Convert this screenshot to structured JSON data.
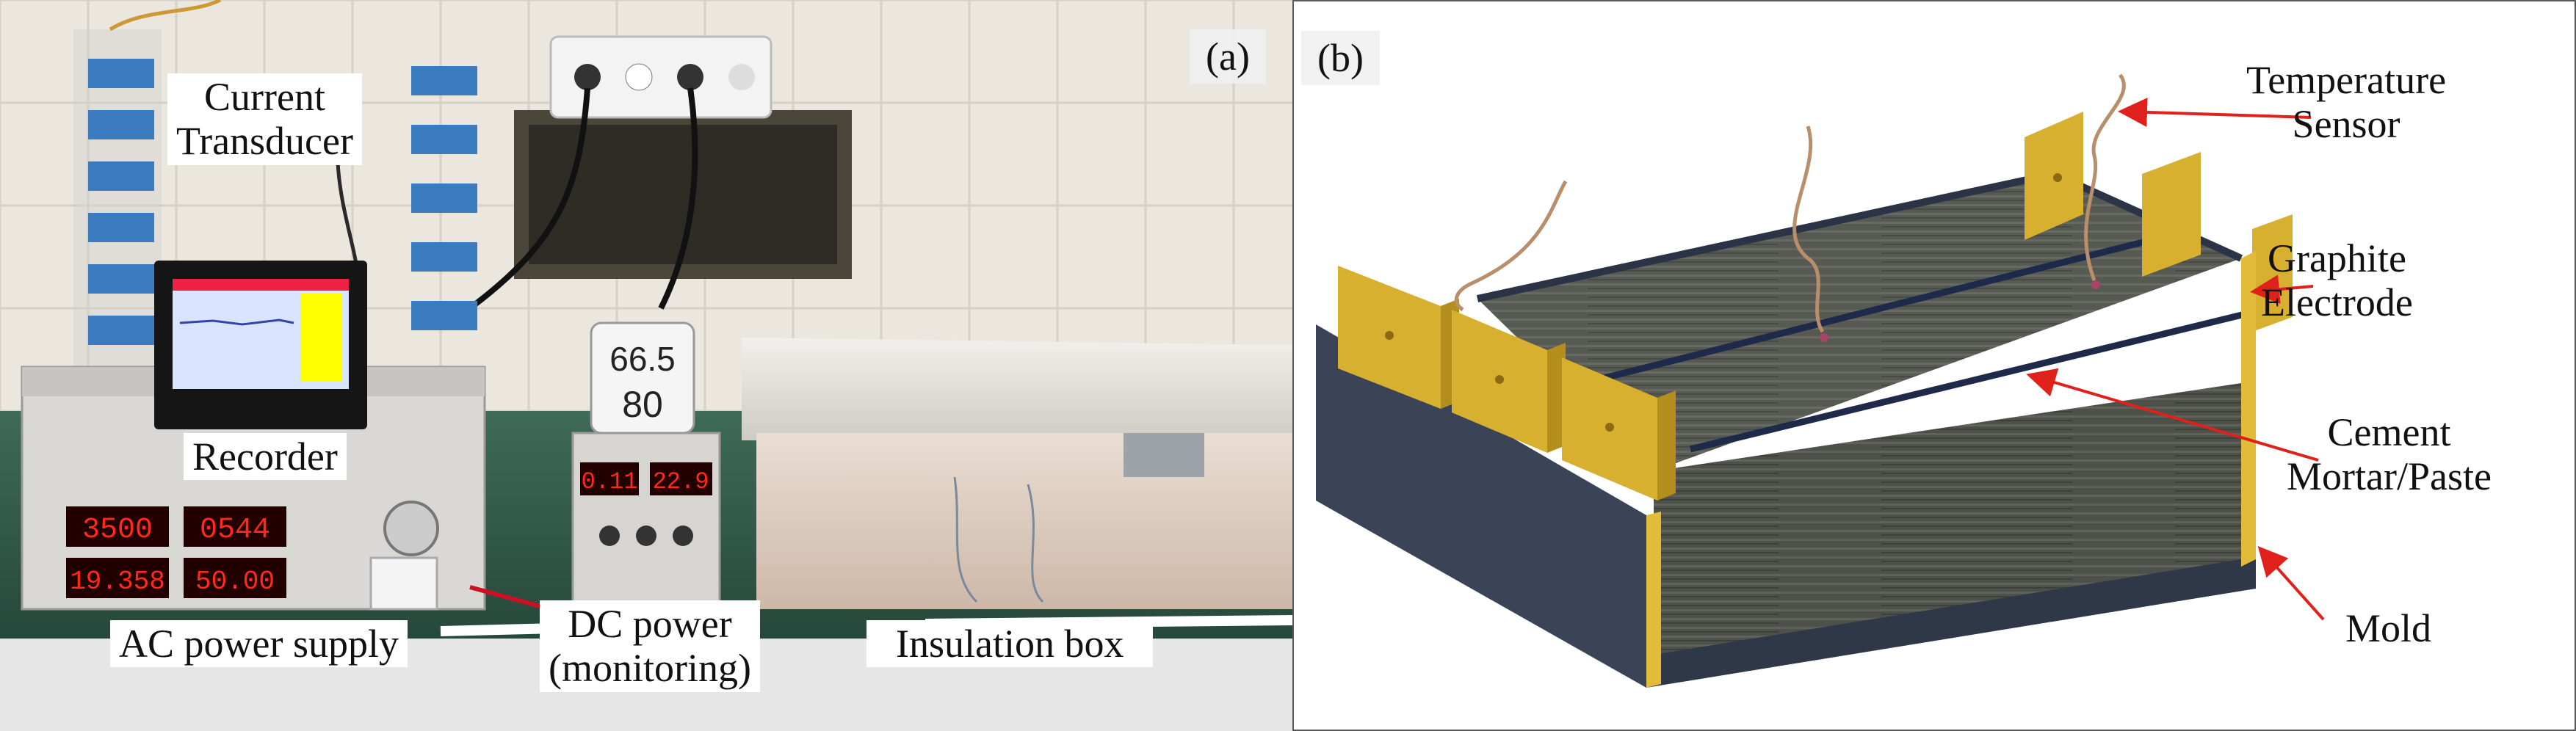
{
  "figure": {
    "panel_a": {
      "tag": "(a)",
      "labels": {
        "current_transducer": [
          "Current",
          "Transducer"
        ],
        "recorder": "Recorder",
        "ac_power_supply": "AC power supply",
        "dc_power": [
          "DC power",
          "(monitoring)"
        ],
        "insulation_box": "Insulation box"
      },
      "instrument_readouts": {
        "ac_top_left": "3500",
        "ac_top_right": "0544",
        "ac_bottom_left": "19.358",
        "ac_bottom_right": "50.00",
        "dc_left": "0.11",
        "dc_right": "22.9",
        "hygrometer_top": "66.5",
        "hygrometer_bottom": "80"
      }
    },
    "panel_b": {
      "tag": "(b)",
      "labels": {
        "temperature_sensor": [
          "Temperature",
          "Sensor"
        ],
        "graphite_electrode": [
          "Graphite",
          "Electrode"
        ],
        "cement": [
          "Cement",
          "Mortar/Paste"
        ],
        "mold": "Mold"
      }
    },
    "colors": {
      "arrow": "#e0201a",
      "electrode": "#d8b030",
      "mold": "#3a4456",
      "specimen": "#4a4c48",
      "tile_wall": "#ece8df"
    }
  }
}
